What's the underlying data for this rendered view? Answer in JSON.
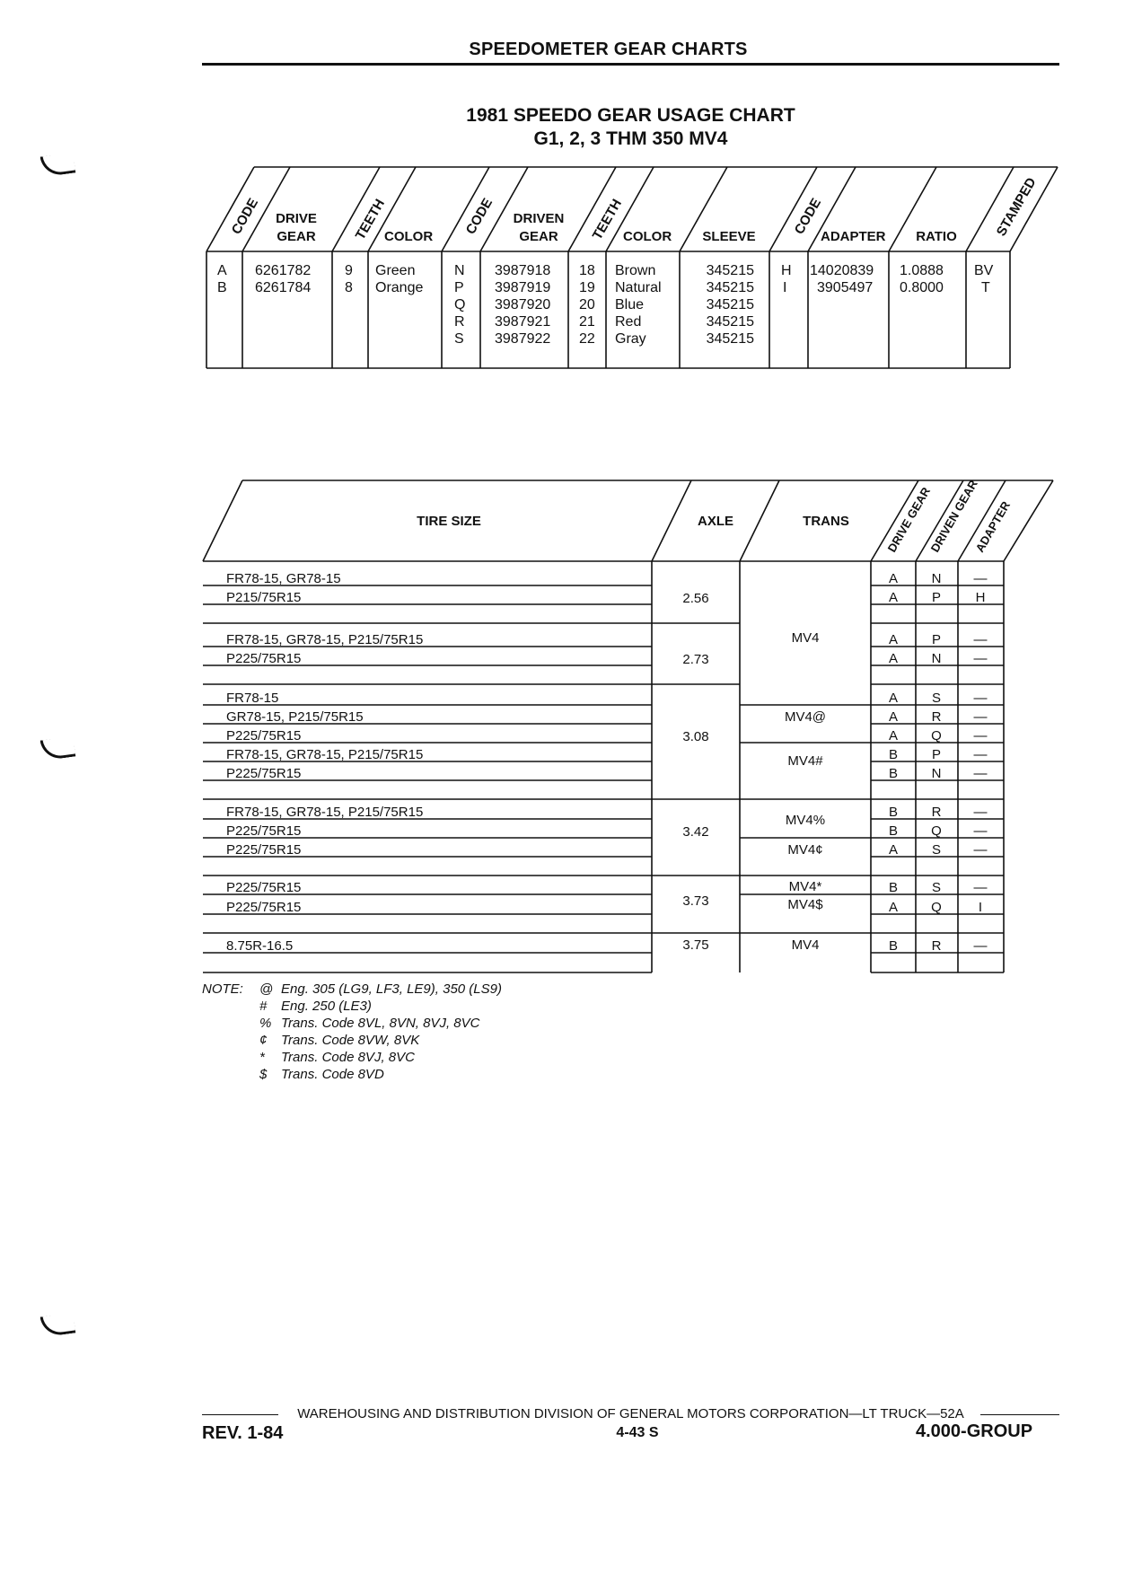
{
  "header": {
    "title": "SPEEDOMETER GEAR CHARTS"
  },
  "chart1": {
    "title": "1981 SPEEDO GEAR USAGE CHART",
    "subtitle": "G1, 2, 3 THM 350 MV4",
    "headers": {
      "code1": "CODE",
      "drive_gear_1": "DRIVE",
      "drive_gear_2": "GEAR",
      "teeth1": "TEETH",
      "color1": "COLOR",
      "code2": "CODE",
      "driven_gear_1": "DRIVEN",
      "driven_gear_2": "GEAR",
      "teeth2": "TEETH",
      "color2": "COLOR",
      "sleeve": "SLEEVE",
      "code3": "CODE",
      "adapter": "ADAPTER",
      "ratio": "RATIO",
      "stamped": "STAMPED"
    },
    "drive": [
      {
        "code": "A",
        "part": "6261782",
        "teeth": "9",
        "color": "Green"
      },
      {
        "code": "B",
        "part": "6261784",
        "teeth": "8",
        "color": "Orange"
      }
    ],
    "driven": [
      {
        "code": "N",
        "part": "3987918",
        "teeth": "18",
        "color": "Brown",
        "sleeve": "345215"
      },
      {
        "code": "P",
        "part": "3987919",
        "teeth": "19",
        "color": "Natural",
        "sleeve": "345215"
      },
      {
        "code": "Q",
        "part": "3987920",
        "teeth": "20",
        "color": "Blue",
        "sleeve": "345215"
      },
      {
        "code": "R",
        "part": "3987921",
        "teeth": "21",
        "color": "Red",
        "sleeve": "345215"
      },
      {
        "code": "S",
        "part": "3987922",
        "teeth": "22",
        "color": "Gray",
        "sleeve": "345215"
      }
    ],
    "adapter": [
      {
        "code": "H",
        "part": "14020839",
        "ratio": "1.0888",
        "stamped": "BV"
      },
      {
        "code": "I",
        "part": "3905497",
        "ratio": "0.8000",
        "stamped": "T"
      }
    ]
  },
  "chart2": {
    "headers": {
      "tire_size": "TIRE SIZE",
      "axle": "AXLE",
      "trans": "TRANS",
      "drive_gear": "DRIVE GEAR",
      "driven_gear": "DRIVEN GEAR",
      "adapter": "ADAPTER"
    },
    "rows": [
      {
        "tire": "FR78-15, GR78-15",
        "drive": "A",
        "driven": "N",
        "adapter": "—"
      },
      {
        "tire": "P215/75R15",
        "drive": "A",
        "driven": "P",
        "adapter": "H"
      },
      {
        "tire": "FR78-15, GR78-15, P215/75R15",
        "drive": "A",
        "driven": "P",
        "adapter": "—"
      },
      {
        "tire": "P225/75R15",
        "drive": "A",
        "driven": "N",
        "adapter": "—"
      },
      {
        "tire": "FR78-15",
        "drive": "A",
        "driven": "S",
        "adapter": "—"
      },
      {
        "tire": "GR78-15, P215/75R15",
        "drive": "A",
        "driven": "R",
        "adapter": "—"
      },
      {
        "tire": "P225/75R15",
        "drive": "A",
        "driven": "Q",
        "adapter": "—"
      },
      {
        "tire": "FR78-15, GR78-15, P215/75R15",
        "drive": "B",
        "driven": "P",
        "adapter": "—"
      },
      {
        "tire": "P225/75R15",
        "drive": "B",
        "driven": "N",
        "adapter": "—"
      },
      {
        "tire": "FR78-15, GR78-15, P215/75R15",
        "drive": "B",
        "driven": "R",
        "adapter": "—"
      },
      {
        "tire": "P225/75R15",
        "drive": "B",
        "driven": "Q",
        "adapter": "—"
      },
      {
        "tire": "P225/75R15",
        "drive": "A",
        "driven": "S",
        "adapter": "—"
      },
      {
        "tire": "P225/75R15",
        "drive": "B",
        "driven": "S",
        "adapter": "—"
      },
      {
        "tire": "P225/75R15",
        "drive": "A",
        "driven": "Q",
        "adapter": "I"
      },
      {
        "tire": "8.75R-16.5",
        "drive": "B",
        "driven": "R",
        "adapter": "—"
      }
    ],
    "axles": [
      "2.56",
      "2.73",
      "3.08",
      "3.42",
      "3.73",
      "3.75"
    ],
    "trans": [
      "MV4",
      "MV4@",
      "MV4#",
      "MV4%",
      "MV4¢",
      "MV4*",
      "MV4$",
      "MV4"
    ]
  },
  "notes": {
    "label": "NOTE:",
    "items": [
      {
        "symbol": "@",
        "text": "Eng. 305 (LG9, LF3, LE9), 350 (LS9)"
      },
      {
        "symbol": "#",
        "text": "Eng. 250 (LE3)"
      },
      {
        "symbol": "%",
        "text": "Trans. Code 8VL, 8VN, 8VJ, 8VC"
      },
      {
        "symbol": "¢",
        "text": "Trans. Code 8VW, 8VK"
      },
      {
        "symbol": "*",
        "text": "Trans. Code 8VJ, 8VC"
      },
      {
        "symbol": "$",
        "text": "Trans. Code 8VD"
      }
    ]
  },
  "footer": {
    "line": "WAREHOUSING AND DISTRIBUTION DIVISION OF GENERAL MOTORS CORPORATION—LT TRUCK—52A",
    "rev": "REV. 1-84",
    "page": "4-43 S",
    "group": "4.000-GROUP"
  }
}
